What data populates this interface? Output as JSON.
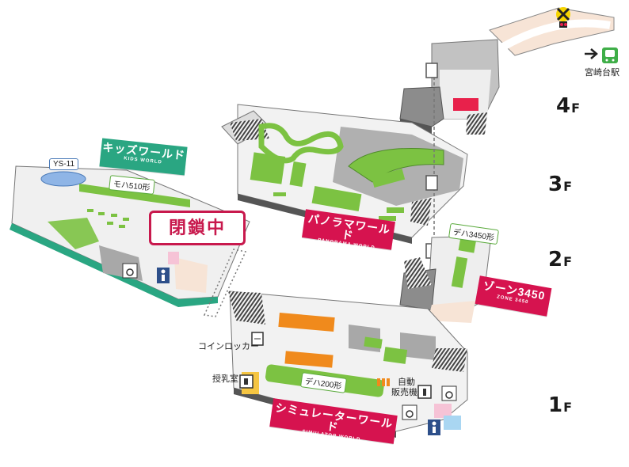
{
  "floors": {
    "f4": "4",
    "f3": "3",
    "f2": "2",
    "f1": "1",
    "suffix": "F"
  },
  "zones": {
    "kids": {
      "jp": "キッズワールド",
      "en": "KIDS WORLD",
      "color": "#2aa682"
    },
    "panorama": {
      "jp": "パノラマワールド",
      "en": "PANORAMA WORLD",
      "color": "#d6134f"
    },
    "zone3450": {
      "jp": "ゾーン3450",
      "en": "ZONE 3450",
      "color": "#d6134f"
    },
    "simulator": {
      "jp": "シミュレーターワールド",
      "en": "SIMULATOR WORLD",
      "color": "#d6134f"
    }
  },
  "cars": {
    "ys11": "YS-11",
    "moha510": "モハ510形",
    "deha3450": "デハ3450形",
    "deha200": "デハ200形"
  },
  "labels": {
    "closed": "閉鎖中",
    "coin_locker": "コインロッカー",
    "nursing_room": "授乳室",
    "vending_line1": "自動",
    "vending_line2": "販売機",
    "station": "宮崎台駅"
  },
  "colors": {
    "accent_green": "#7cc242",
    "accent_orange": "#f08a1c",
    "floor_gray": "#a8a8a8",
    "floor_light": "#eeeeee",
    "wall_dark": "#555555"
  }
}
